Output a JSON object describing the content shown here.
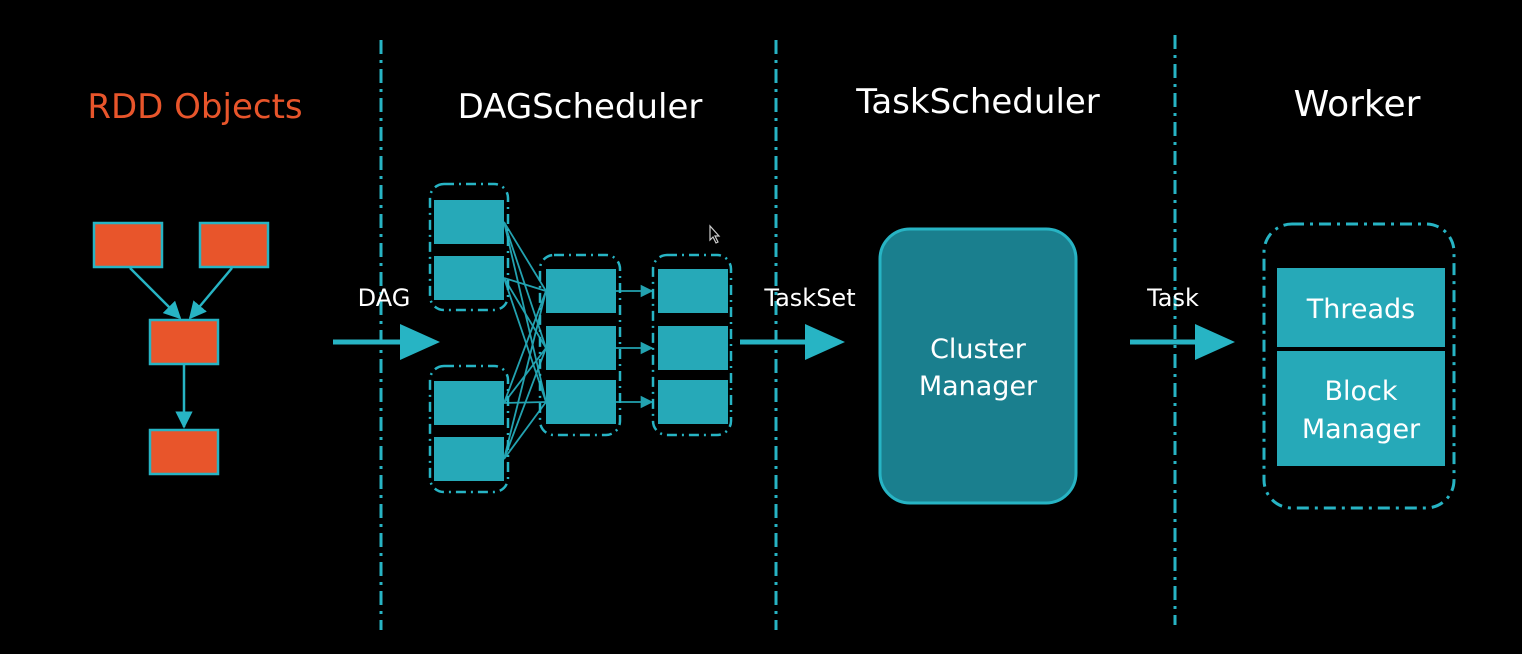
{
  "headings": {
    "rdd": "RDD Objects",
    "dag_scheduler": "DAGScheduler",
    "task_scheduler": "TaskScheduler",
    "worker": "Worker"
  },
  "arrow_labels": {
    "dag": "DAG",
    "taskset": "TaskSet",
    "task": "Task"
  },
  "cluster_manager": [
    "Cluster",
    "Manager"
  ],
  "worker_box": {
    "threads": "Threads",
    "block_manager": [
      "Block",
      "Manager"
    ]
  },
  "colors": {
    "background": "#000000",
    "rdd_orange": "#e8552b",
    "rdd_heading": "#e8552b",
    "teal_fill": "#26a9b8",
    "teal_dark": "#1a7f8e",
    "teal_line": "#27b4c4",
    "white_text": "#ffffff"
  }
}
